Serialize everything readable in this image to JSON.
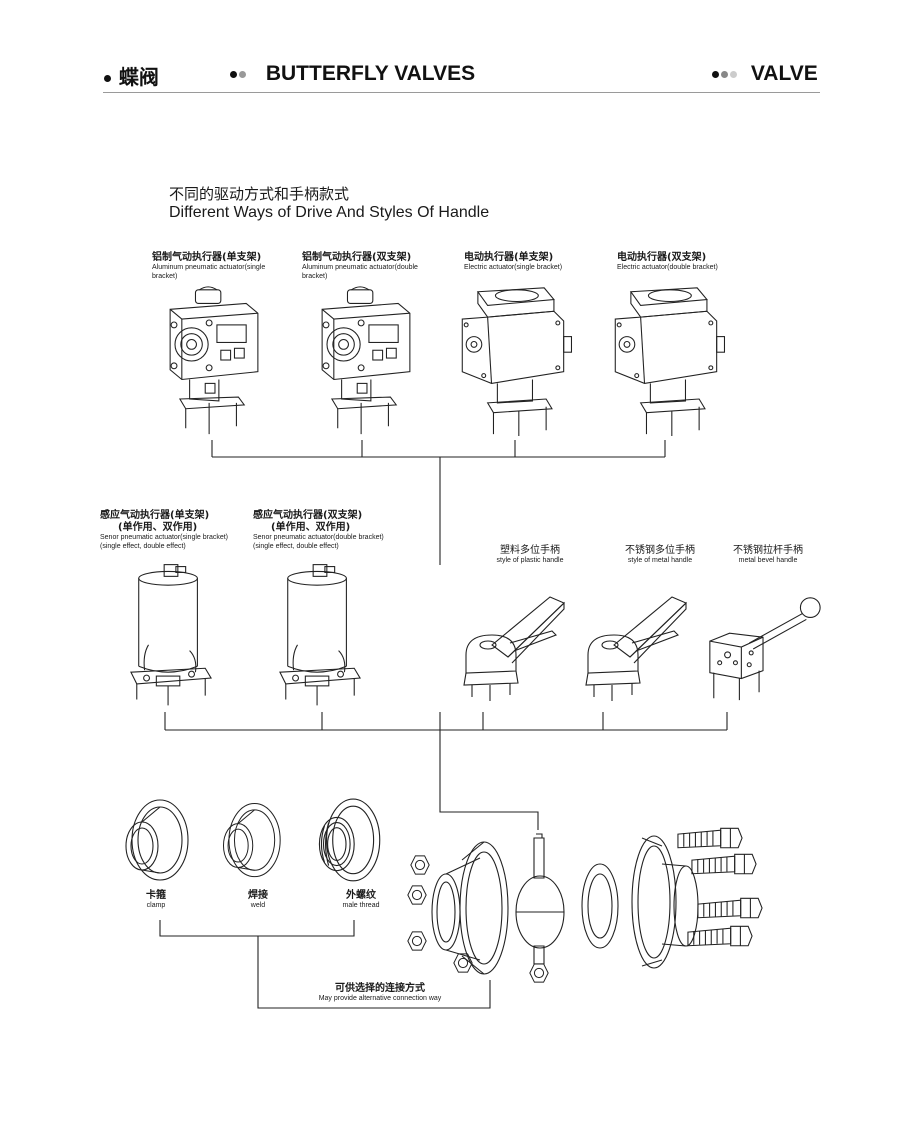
{
  "header": {
    "left_label": "蝶阀",
    "center_label": "BUTTERFLY VALVES",
    "right_label": "VALVE"
  },
  "section_title": {
    "cn": "不同的驱动方式和手柄款式",
    "en": "Different Ways of Drive And Styles Of Handle"
  },
  "actuators": [
    {
      "cn": "铝制气动执行器(单支架)",
      "en": "Aluminum pneumatic actuator(single bracket)"
    },
    {
      "cn": "铝制气动执行器(双支架)",
      "en": "Aluminum pneumatic actuator(double bracket)"
    },
    {
      "cn": "电动执行器(单支架)",
      "en": "Electric actuator(single bracket)"
    },
    {
      "cn": "电动执行器(双支架)",
      "en": "Electric actuator(double bracket)"
    }
  ],
  "sensors": [
    {
      "cn": "感应气动执行器(单支架)",
      "cn2": "(单作用、双作用)",
      "en": "Senor pneumatic actuator(single bracket)",
      "en2": "(single effect, double effect)"
    },
    {
      "cn": "感应气动执行器(双支架)",
      "cn2": "(单作用、双作用)",
      "en": "Senor pneumatic actuator(double bracket)",
      "en2": "(single effect, double effect)"
    }
  ],
  "handles": [
    {
      "cn": "塑料多位手柄",
      "en": "style of plastic handle"
    },
    {
      "cn": "不锈钢多位手柄",
      "en": "style of metal handle"
    },
    {
      "cn": "不锈钢拉杆手柄",
      "en": "metal bevel handle"
    }
  ],
  "connections": [
    {
      "cn": "卡箍",
      "en": "clamp"
    },
    {
      "cn": "焊接",
      "en": "weld"
    },
    {
      "cn": "外螺纹",
      "en": "male thread"
    }
  ],
  "connection_note": {
    "cn": "可供选择的连接方式",
    "en": "May provide alternative connection way"
  }
}
